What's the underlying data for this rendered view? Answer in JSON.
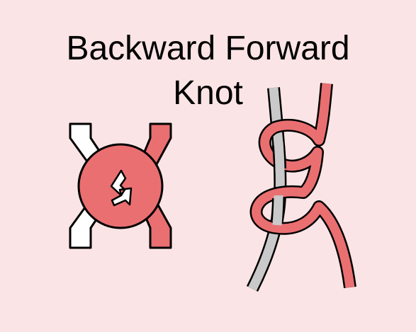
{
  "title": {
    "line1": "Backward Forward",
    "line2": "Knot"
  },
  "colors": {
    "background": "#fbe4e5",
    "thread_red": "#ea6f71",
    "thread_white": "#ffffff",
    "thread_gray": "#c9c9c9",
    "outline": "#000000"
  },
  "icons": {
    "knot_symbol": "backward-forward-knot-symbol",
    "arrow": "back-forward-arrow-icon",
    "illustration": "knot-illustration"
  }
}
